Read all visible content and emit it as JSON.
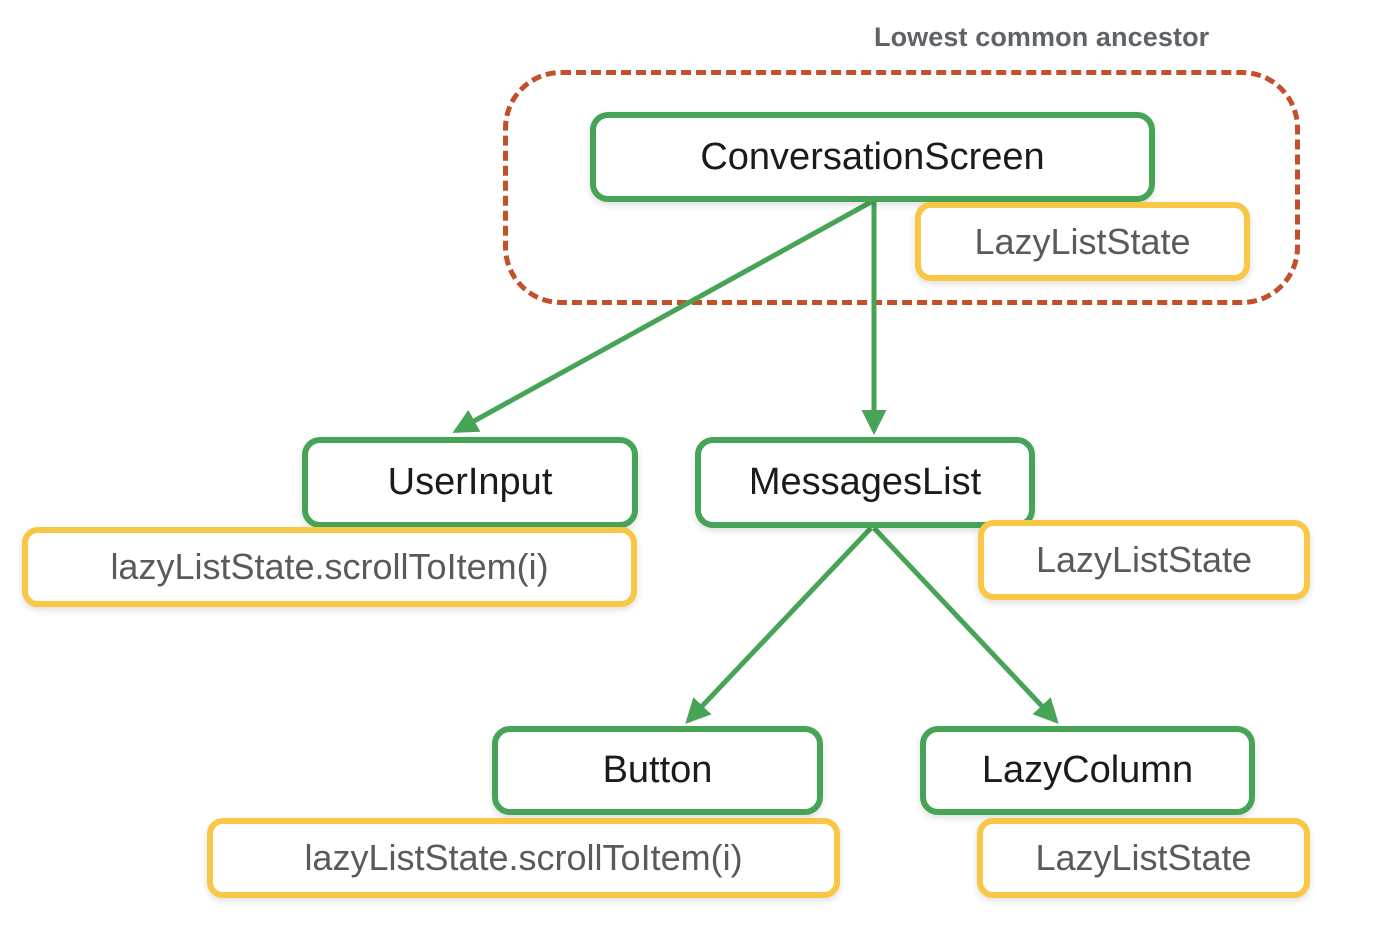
{
  "diagram": {
    "title": "Lowest common ancestor",
    "colors": {
      "green_border": "#47a457",
      "yellow_border": "#f7c745",
      "dashed_border": "#c2502b",
      "title_text": "#5f6368",
      "node_text": "#1b1b1b",
      "badge_text": "#5a5a5a",
      "background": "#ffffff"
    },
    "nodes": [
      {
        "id": "conversationscreen",
        "label": "ConversationScreen",
        "type": "composable"
      },
      {
        "id": "userinput",
        "label": "UserInput",
        "type": "composable"
      },
      {
        "id": "messageslist",
        "label": "MessagesList",
        "type": "composable"
      },
      {
        "id": "button",
        "label": "Button",
        "type": "composable"
      },
      {
        "id": "lazycolumn",
        "label": "LazyColumn",
        "type": "composable"
      }
    ],
    "badges": [
      {
        "id": "conversationscreen-state",
        "label": "LazyListState",
        "attached_to": "conversationscreen"
      },
      {
        "id": "userinput-scroll",
        "label": "lazyListState.scrollToItem(i)",
        "attached_to": "userinput"
      },
      {
        "id": "messageslist-state",
        "label": "LazyListState",
        "attached_to": "messageslist"
      },
      {
        "id": "button-scroll",
        "label": "lazyListState.scrollToItem(i)",
        "attached_to": "button"
      },
      {
        "id": "lazycolumn-state",
        "label": "LazyListState",
        "attached_to": "lazycolumn"
      }
    ],
    "edges": [
      {
        "from": "conversationscreen",
        "to": "userinput"
      },
      {
        "from": "conversationscreen",
        "to": "messageslist"
      },
      {
        "from": "messageslist",
        "to": "button"
      },
      {
        "from": "messageslist",
        "to": "lazycolumn"
      }
    ],
    "annotation": {
      "id": "lowest-common-ancestor",
      "label": "Lowest common ancestor",
      "encloses": [
        "conversationscreen",
        "conversationscreen-state"
      ]
    }
  }
}
